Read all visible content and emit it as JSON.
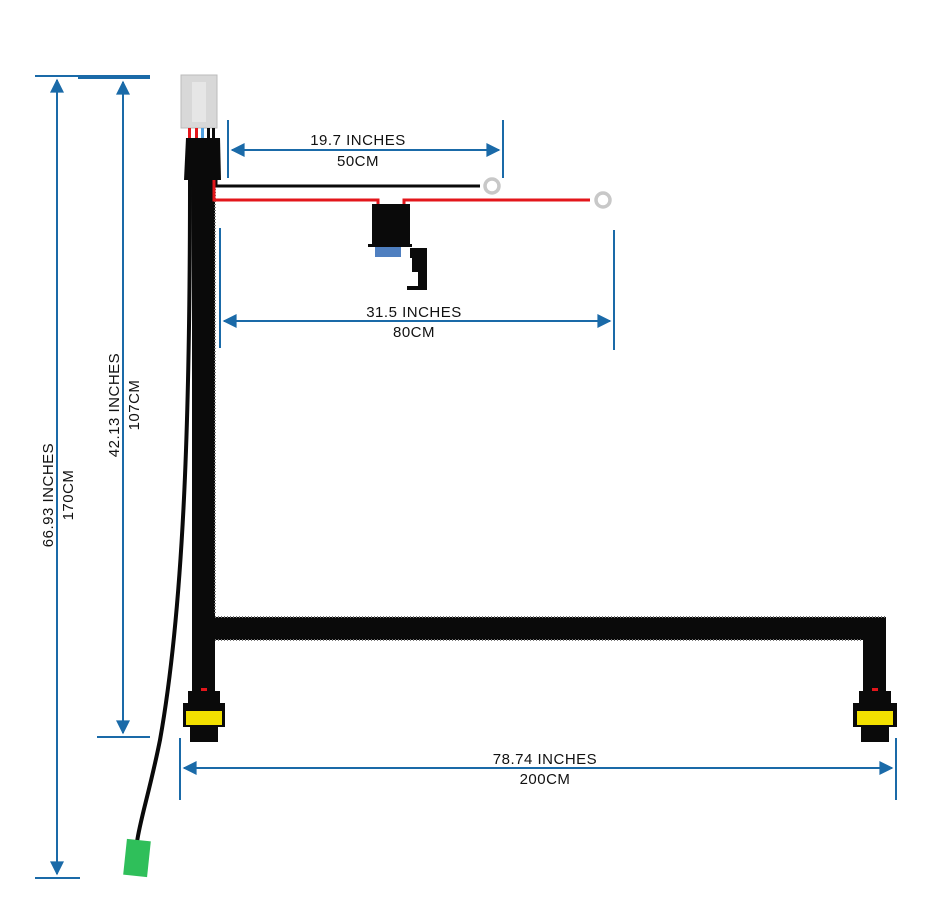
{
  "colors": {
    "dimension": "#1a6aa8",
    "loom": "#0a0a0a",
    "red_wire": "#e3161b",
    "connector_yellow": "#f2e000",
    "connector_green": "#2fbf5a",
    "plug_gray": "#d8d8d8",
    "relay_blue": "#4f7fc0"
  },
  "dimensions": {
    "ground_wire": {
      "inches": "19.7 INCHES",
      "cm": "50CM"
    },
    "power_wire": {
      "inches": "31.5 INCHES",
      "cm": "80CM"
    },
    "between_lights": {
      "inches": "78.74 INCHES",
      "cm": "200CM"
    },
    "to_lights": {
      "inches": "42.13 INCHES",
      "cm": "107CM"
    },
    "to_switch": {
      "inches": "66.93 INCHES",
      "cm": "170CM"
    }
  }
}
